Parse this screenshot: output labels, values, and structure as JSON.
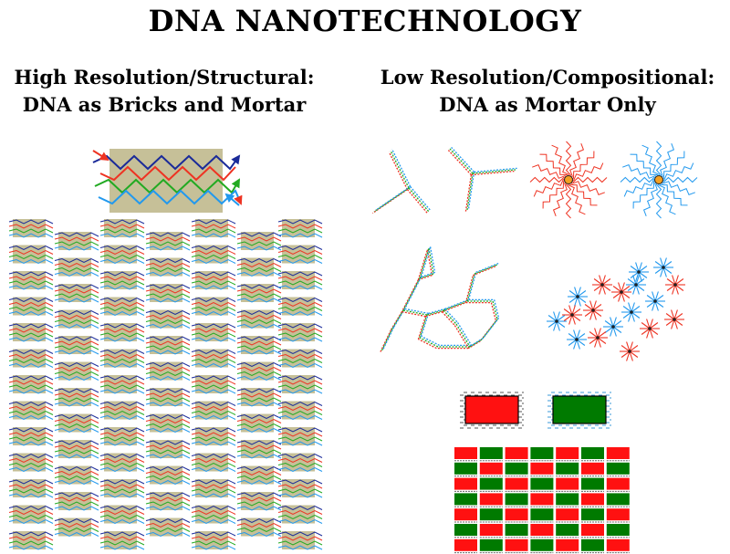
{
  "title": "DNA NANOTECHNOLOGY",
  "left_section": {
    "line1": "High Resolution/Structural:",
    "line2": "DNA as Bricks and Mortar"
  },
  "right_section": {
    "line1": "Low Resolution/Compositional:",
    "line2": "DNA as Mortar Only"
  },
  "colors": {
    "tile_fill": "#c6c098",
    "strand_red": "#ee3322",
    "strand_green": "#22aa22",
    "strand_blue": "#2299ee",
    "strand_navy": "#1a2a99",
    "block_red": "#ff1111",
    "block_green": "#007a00",
    "nanoparticle": "#f5a020"
  }
}
